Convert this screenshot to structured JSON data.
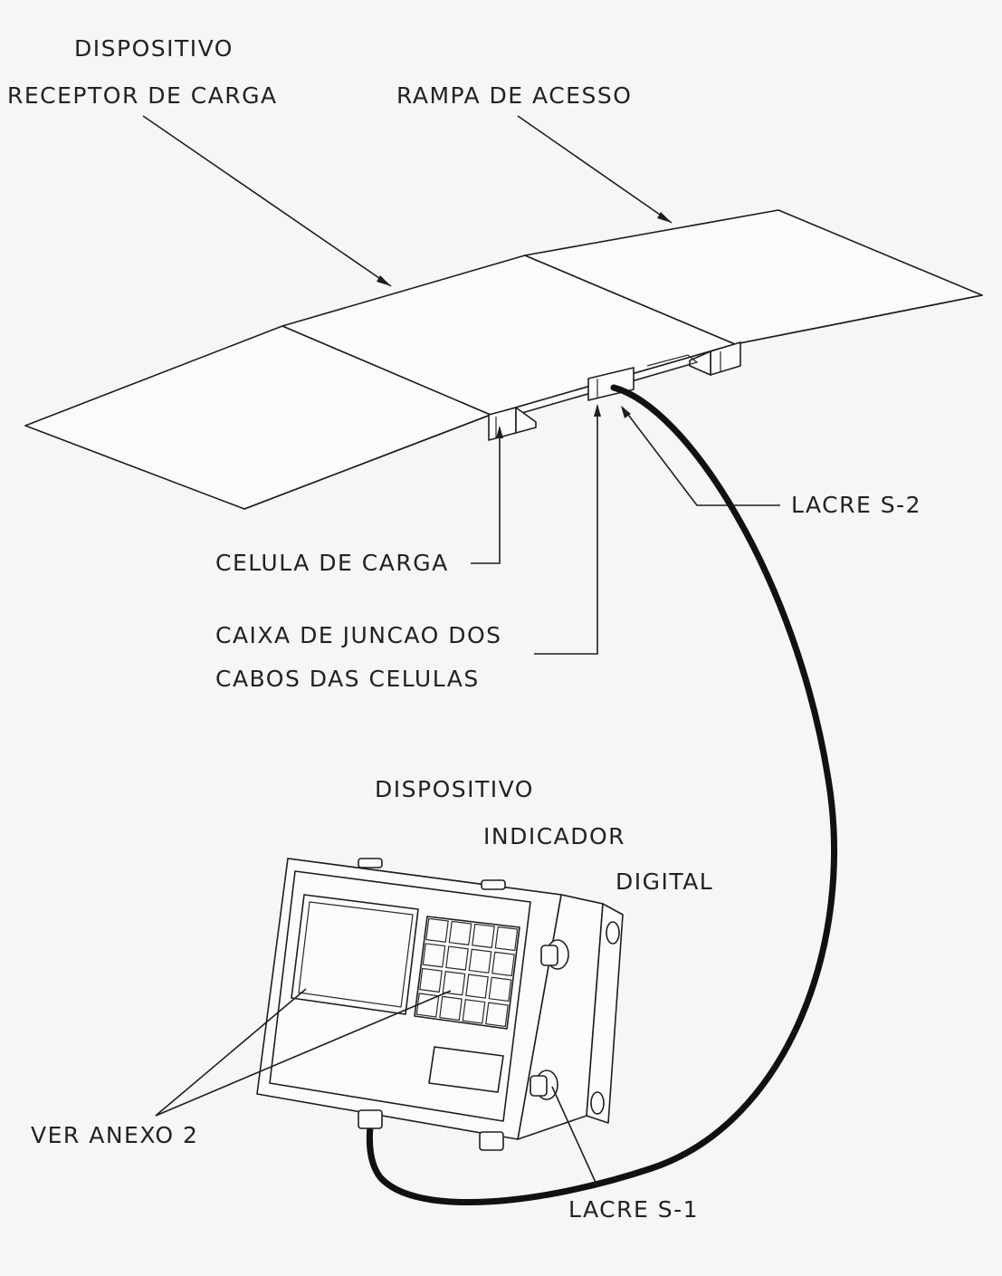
{
  "labels": {
    "receptor_line1": "DISPOSITIVO",
    "receptor_line2": "RECEPTOR DE CARGA",
    "rampa": "RAMPA DE ACESSO",
    "lacre_s2": "LACRE S-2",
    "celula": "CELULA DE CARGA",
    "caixa_line1": "CAIXA DE JUNCAO DOS",
    "caixa_line2": "CABOS DAS CELULAS",
    "indicador_line1": "DISPOSITIVO",
    "indicador_line2": "INDICADOR",
    "indicador_line3": "DIGITAL",
    "ver_anexo": "VER ANEXO 2",
    "lacre_s1": "LACRE S-1"
  },
  "colors": {
    "background": "#f6f6f4",
    "ink": "#1e1e1e"
  }
}
